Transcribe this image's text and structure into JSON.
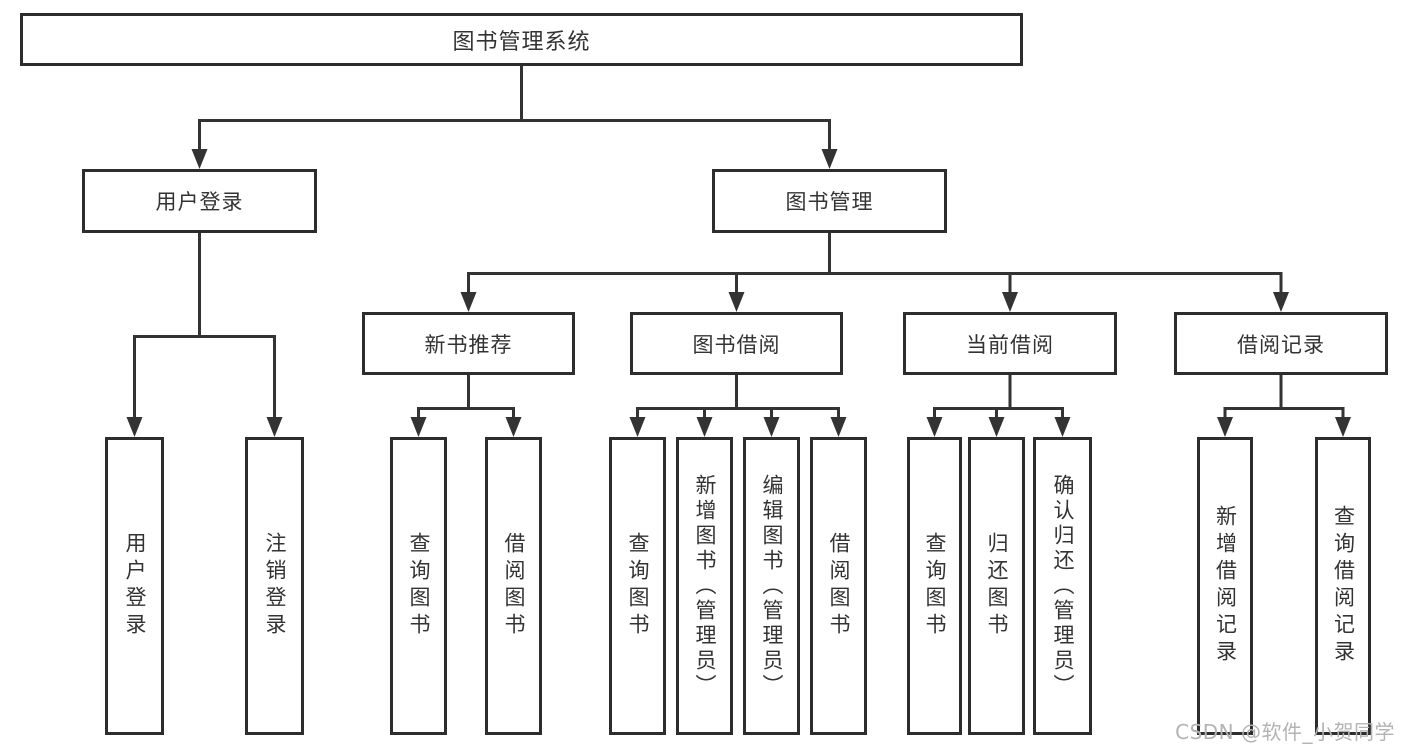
{
  "palette": {
    "line": "#333333",
    "box_border": "#2d2d2d",
    "box_background": "#ffffff",
    "text": "#333333",
    "watermark_color": "#b3b3b3",
    "page_background": "#ffffff"
  },
  "tree": {
    "label": "图书管理系统",
    "children": [
      {
        "label": "用户登录",
        "children": [
          {
            "label": "用户登录"
          },
          {
            "label": "注销登录"
          }
        ]
      },
      {
        "label": "图书管理",
        "children": [
          {
            "label": "新书推荐",
            "children": [
              {
                "label": "查询图书"
              },
              {
                "label": "借阅图书"
              }
            ]
          },
          {
            "label": "图书借阅",
            "children": [
              {
                "label": "查询图书"
              },
              {
                "label": "新增图书（管理员）"
              },
              {
                "label": "编辑图书（管理员）"
              },
              {
                "label": "借阅图书"
              }
            ]
          },
          {
            "label": "当前借阅",
            "children": [
              {
                "label": "查询图书"
              },
              {
                "label": "归还图书"
              },
              {
                "label": "确认归还（管理员）"
              }
            ]
          },
          {
            "label": "借阅记录",
            "children": [
              {
                "label": "新增借阅记录"
              },
              {
                "label": "查询借阅记录"
              }
            ]
          }
        ]
      }
    ]
  },
  "watermark": {
    "text": "CSDN @软件_小贺同学"
  }
}
